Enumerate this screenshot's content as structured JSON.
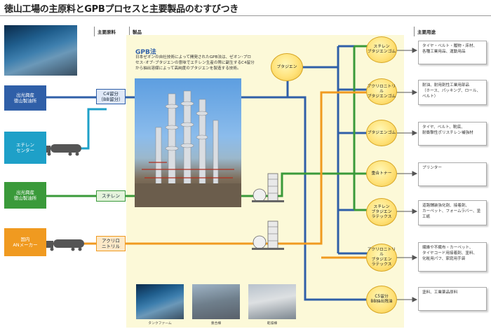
{
  "title": "徳山工場の主原料とGPBプロセスと主要製品のむすびつき",
  "headers": {
    "raw": "主要原料",
    "products": "製品",
    "uses": "主要用途"
  },
  "gpb": {
    "title": "GPB法",
    "description": "日本ゼオンの自社技術によって開発されたGPB法は、ゼオン･プロセス･オブ･ブタジエンの意味でエチレン生産の際に副生するC4留分から抽出溶媒によって高純度のブタジエンを製造する技術。"
  },
  "sources": [
    {
      "id": "idemitsu1",
      "label": "出光興産\n徳山製油所",
      "color": "#2f5fa8"
    },
    {
      "id": "ethylene",
      "label": "エチレン\nセンター",
      "color": "#1ea0c8"
    },
    {
      "id": "idemitsu2",
      "label": "出光興産\n徳山製油所",
      "color": "#3a9a3a"
    },
    {
      "id": "an_maker",
      "label": "国内\nANメーカー",
      "color": "#f09a20"
    }
  ],
  "raw_materials": [
    {
      "id": "c4",
      "label": "C4留分\n（BB留分）"
    },
    {
      "id": "styrene",
      "label": "スチレン"
    },
    {
      "id": "acrylonitrile",
      "label": "アクリロ\nニトリル"
    }
  ],
  "butadiene": {
    "label": "ブタジエン"
  },
  "products": [
    {
      "id": "sbr",
      "label": "スチレン\nブタジエンゴム"
    },
    {
      "id": "nbr",
      "label": "アクリロニトリル\nブタジエンゴム"
    },
    {
      "id": "br",
      "label": "ブタジエンゴム"
    },
    {
      "id": "toner",
      "label": "重合トナー"
    },
    {
      "id": "sb_latex",
      "label": "スチレン\nブタジエン\nラテックス"
    },
    {
      "id": "nb_latex",
      "label": "アクリロニトリル\nブタジエン\nラテックス"
    },
    {
      "id": "c5",
      "label": "C5留分\nBB抽出残油"
    }
  ],
  "uses": [
    {
      "id": "use1",
      "text": "タイヤ・ベルト・履物・床材、\n各種工業用品、運動用品"
    },
    {
      "id": "use2",
      "text": "耐油、耐用剤性工業用部品\n（ホース、パッキング、ロール、ベルト）"
    },
    {
      "id": "use3",
      "text": "タイヤ、ベルト、靴底、\n耐衝撃性ポリスチレン補強材"
    },
    {
      "id": "use4",
      "text": "プリンター"
    },
    {
      "id": "use5",
      "text": "道路舗装強化剤、接着剤、\nカーペット、フォームラバー、塗工紙"
    },
    {
      "id": "use6",
      "text": "繊維や不織布・カーペット、\nタイヤコード用接着剤、塗料、\n化粧用パフ、家庭用手袋"
    },
    {
      "id": "use7",
      "text": "塗料、工業薬品原料"
    }
  ],
  "captions": {
    "tank": "タンクファーム",
    "polymer": "重合棟",
    "dry": "乾燥棟"
  },
  "colors": {
    "blue": "#2f5fa8",
    "cyan": "#1ea0c8",
    "green": "#3a9a3a",
    "orange": "#f09a20",
    "panel": "#fcf9d8"
  }
}
